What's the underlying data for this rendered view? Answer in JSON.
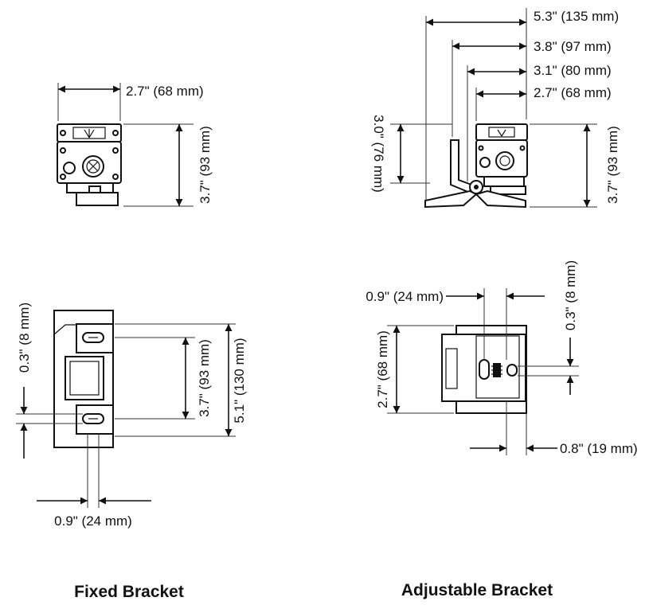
{
  "titles": {
    "fixed": "Fixed Bracket",
    "adjustable": "Adjustable Bracket"
  },
  "fixed_front": {
    "width": "2.7\" (68 mm)",
    "height": "3.7\" (93 mm)"
  },
  "adjustable_front": {
    "width_1": "5.3\" (135 mm)",
    "width_2": "3.8\" (97 mm)",
    "width_3": "3.1\" (80 mm)",
    "width_4": "2.7\" (68 mm)",
    "bracket_height": "3.0\" (76 mm)",
    "height": "3.7\" (93 mm)"
  },
  "fixed_side": {
    "slot": "0.3\" (8 mm)",
    "hole_spacing": "3.7\" (93 mm)",
    "overall": "5.1\" (130 mm)",
    "slot_width": "0.9\" (24 mm)"
  },
  "adjustable_side": {
    "slot_width": "0.9\" (24 mm)",
    "slot": "0.3\" (8 mm)",
    "height": "2.7\" (68 mm)",
    "offset": "0.8\" (19 mm)"
  },
  "colors": {
    "line": "#111111",
    "background": "#ffffff"
  }
}
